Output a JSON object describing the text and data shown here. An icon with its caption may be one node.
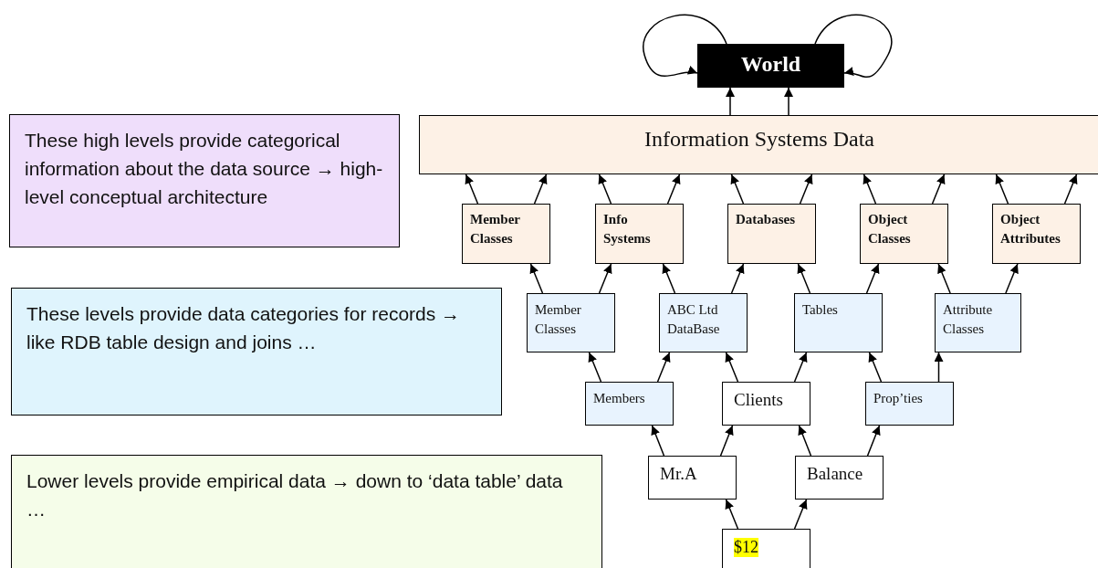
{
  "diagram": {
    "nodes": [
      {
        "text": [
          "World"
        ]
      },
      {
        "text": [
          "Information Systems Data"
        ]
      },
      {
        "text": [
          "Member Classes"
        ]
      },
      {
        "text": [
          "Info Systems"
        ]
      },
      {
        "text": [
          "Databases"
        ]
      },
      {
        "text": [
          "Object Classes"
        ]
      },
      {
        "text": [
          "Object Attributes"
        ]
      },
      {
        "text": [
          "Member Classes"
        ]
      },
      {
        "text": [
          "ABC Ltd DataBase"
        ]
      },
      {
        "text": [
          "Tables"
        ]
      },
      {
        "text": [
          "Attribute Classes"
        ]
      },
      {
        "text": [
          "Members"
        ]
      },
      {
        "text": [
          "Clients"
        ]
      },
      {
        "text": [
          "Prop’ties"
        ]
      },
      {
        "text": [
          "Mr.A"
        ]
      },
      {
        "text": [
          "Balance"
        ]
      },
      {
        "text": [
          "$12"
        ]
      },
      {
        "text": [
          "These high levels provide categorical information about the data source → high-level conceptual architecture"
        ]
      },
      {
        "text": [
          "These levels provide data categories for records → like RDB table design and joins …"
        ]
      },
      {
        "text": [
          "Lower levels provide empirical data → down to ‘data table’ data …"
        ]
      }
    ],
    "edges": [
      {
        "from": 0,
        "to": 0,
        "arrow": "to"
      },
      {
        "from": 0,
        "to": 0,
        "arrow": "to"
      },
      {
        "from": 1,
        "to": 0,
        "arrow": "to"
      },
      {
        "from": 1,
        "to": 0,
        "arrow": "to"
      },
      {
        "from": 2,
        "to": 1,
        "arrow": "to"
      },
      {
        "from": 2,
        "to": 1,
        "arrow": "to"
      },
      {
        "from": 3,
        "to": 1,
        "arrow": "to"
      },
      {
        "from": 3,
        "to": 1,
        "arrow": "to"
      },
      {
        "from": 4,
        "to": 1,
        "arrow": "to"
      },
      {
        "from": 4,
        "to": 1,
        "arrow": "to"
      },
      {
        "from": 5,
        "to": 1,
        "arrow": "to"
      },
      {
        "from": 5,
        "to": 1,
        "arrow": "to"
      },
      {
        "from": 6,
        "to": 1,
        "arrow": "to"
      },
      {
        "from": 6,
        "to": 1,
        "arrow": "to"
      },
      {
        "from": 7,
        "to": 2,
        "arrow": "to"
      },
      {
        "from": 7,
        "to": 3,
        "arrow": "to"
      },
      {
        "from": 8,
        "to": 3,
        "arrow": "to"
      },
      {
        "from": 8,
        "to": 4,
        "arrow": "to"
      },
      {
        "from": 9,
        "to": 4,
        "arrow": "to"
      },
      {
        "from": 9,
        "to": 5,
        "arrow": "to"
      },
      {
        "from": 10,
        "to": 5,
        "arrow": "to"
      },
      {
        "from": 10,
        "to": 6,
        "arrow": "to"
      },
      {
        "from": 11,
        "to": 7,
        "arrow": "to"
      },
      {
        "from": 11,
        "to": 8,
        "arrow": "to"
      },
      {
        "from": 12,
        "to": 8,
        "arrow": "to"
      },
      {
        "from": 12,
        "to": 9,
        "arrow": "to"
      },
      {
        "from": 13,
        "to": 9,
        "arrow": "to"
      },
      {
        "from": 13,
        "to": 10,
        "arrow": "to"
      },
      {
        "from": 14,
        "to": 11,
        "arrow": "to"
      },
      {
        "from": 14,
        "to": 12,
        "arrow": "to"
      },
      {
        "from": 15,
        "to": 12,
        "arrow": "to"
      },
      {
        "from": 15,
        "to": 13,
        "arrow": "to"
      },
      {
        "from": 16,
        "to": 14,
        "arrow": "to"
      },
      {
        "from": 16,
        "to": 15,
        "arrow": "to"
      }
    ]
  }
}
